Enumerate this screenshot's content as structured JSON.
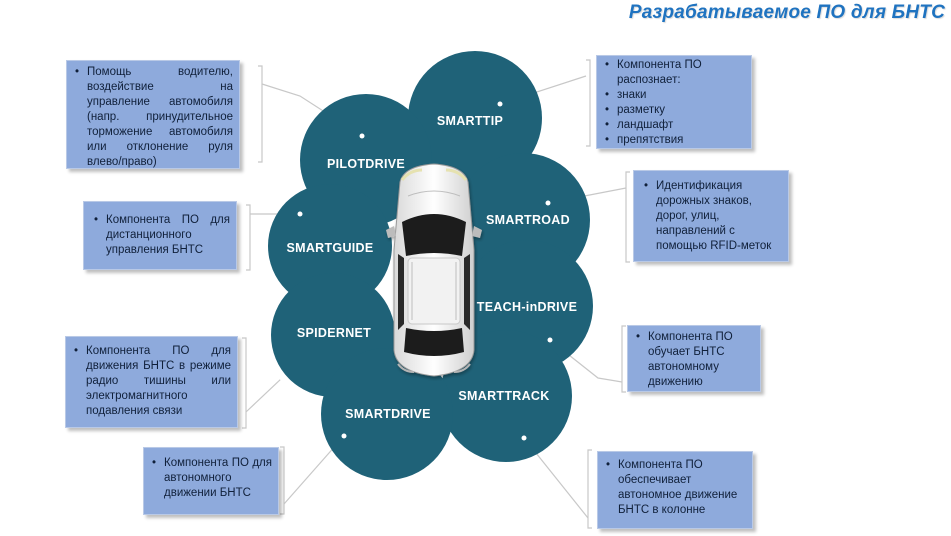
{
  "title": "Разрабатываемое ПО для БНТС",
  "colors": {
    "circle": "#1f6278",
    "box": "#8eaadc",
    "title": "#1f73c0"
  },
  "circles": [
    {
      "key": "smarttip",
      "label": "SMARTTIP"
    },
    {
      "key": "pilotdrive",
      "label": "PILOTDRIVE"
    },
    {
      "key": "smartroad",
      "label": "SMARTROAD"
    },
    {
      "key": "smartguide",
      "label": "SMARTGUIDE"
    },
    {
      "key": "teach",
      "label": "TEACH-inDRIVE"
    },
    {
      "key": "spidernet",
      "label": "SPIDERNET"
    },
    {
      "key": "smarttrack",
      "label": "SMARTTRACK"
    },
    {
      "key": "smartdrive",
      "label": "SMARTDRIVE"
    }
  ],
  "boxes": {
    "pilotdrive": "Помощь водителю, воздействие на управление автомобиля (напр. принудительное торможение автомобиля или отклонение руля влево/право)",
    "smartguide": "Компонента ПО для дистанционного управления БНТС",
    "spidernet": "Компонента ПО для движения БНТС в режиме радио тишины или электромагнитного подавления связи",
    "smartdrive": "Компонента ПО для автономного движении БНТС",
    "smarttip": {
      "intro": "Компонента ПО распознает:",
      "items": [
        "знаки",
        "разметку",
        "ландшафт",
        "препятствия"
      ]
    },
    "smartroad": "Идентификация дорожных знаков, дорог, улиц, направлений с помощью RFID-меток",
    "teach": "Компонента ПО обучает БНТС автономному движению",
    "smarttrack": "Компонента ПО обеспечивает автономное движение БНТС в колонне"
  }
}
